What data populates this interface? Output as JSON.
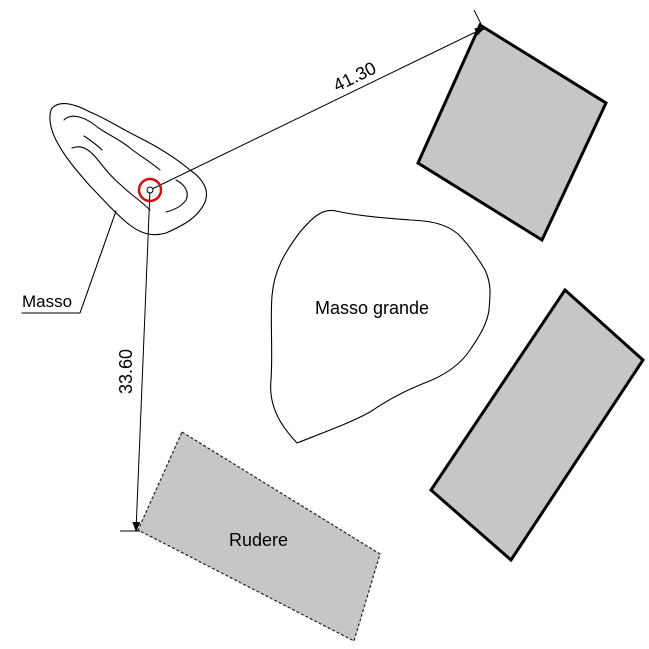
{
  "drawing": {
    "boulder_label": "Masso",
    "large_boulder_label": "Masso grande",
    "ruin_label": "Rudere",
    "distance_1": "41.30",
    "distance_2": "33.60"
  },
  "colors": {
    "building_fill": "#c6c6c6",
    "outline": "#000000",
    "station_marker": "#d01010"
  }
}
